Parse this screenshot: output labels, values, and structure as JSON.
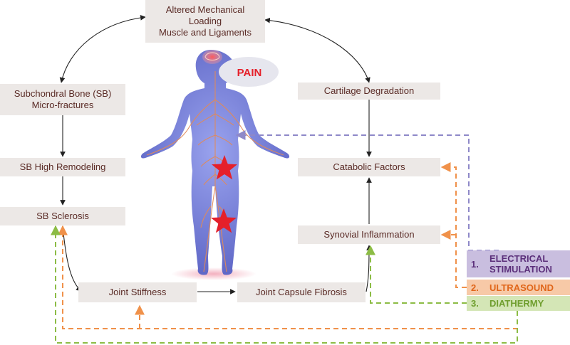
{
  "nodes": {
    "altered_loading": [
      "Altered Mechanical",
      "Loading",
      "Muscle and Ligaments"
    ],
    "subchondral": [
      "Subchondral Bone (SB)",
      "Micro-fractures"
    ],
    "sb_remodeling": "SB High Remodeling",
    "sb_sclerosis": "SB Sclerosis",
    "joint_stiffness": "Joint Stiffness",
    "capsule_fibrosis": "Joint Capsule Fibrosis",
    "synovial": "Synovial Inflammation",
    "catabolic": "Catabolic Factors",
    "cartilage": "Cartilage Degradation"
  },
  "pain_label": "PAIN",
  "treatments": [
    {
      "num": "1.",
      "label": "ELECTRICAL STIMULATION",
      "lines": [
        "ELECTRICAL",
        "STIMULATION"
      ],
      "bg": "#c9bedf",
      "fg": "#5b2f7a",
      "line_color": "#8e88c8"
    },
    {
      "num": "2.",
      "label": "ULTRASOUND",
      "lines": [
        "ULTRASOUND"
      ],
      "bg": "#f7c9a7",
      "fg": "#e0661a",
      "line_color": "#f0914a"
    },
    {
      "num": "3.",
      "label": "DIATHERMY",
      "lines": [
        "DIATHERMY"
      ],
      "bg": "#d4e6b6",
      "fg": "#6f9e2e",
      "line_color": "#8cbc45"
    }
  ],
  "colors": {
    "box_bg": "#ece8e6",
    "box_text": "#5a2b26",
    "arrow": "#222222",
    "body_fill": "#7b86dc",
    "nerve": "#e08a5a",
    "star": "#e5202a",
    "pain_bubble": "#e6e6ee"
  }
}
